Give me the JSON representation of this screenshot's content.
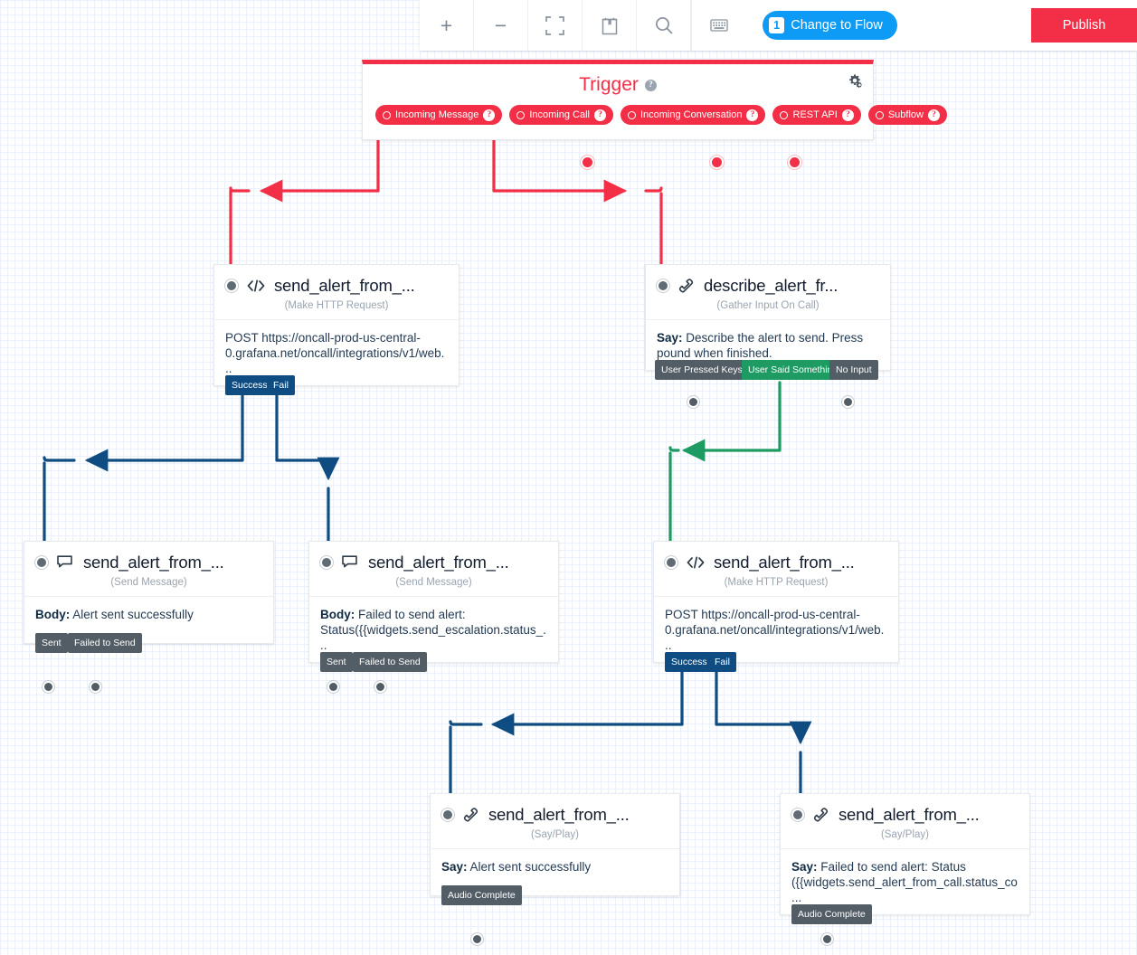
{
  "toolbar": {
    "zoom_in": "+",
    "zoom_out": "−",
    "icons": [
      "plus-icon",
      "minus-icon",
      "fit-screen-icon",
      "library-icon",
      "search-icon",
      "keyboard-icon"
    ],
    "change_to_flow": {
      "badge": "1",
      "label": "Change to Flow"
    },
    "publish": "Publish"
  },
  "trigger": {
    "title": "Trigger",
    "help": "?",
    "pills": [
      {
        "label": "Incoming Message"
      },
      {
        "label": "Incoming Call"
      },
      {
        "label": "Incoming Conversation"
      },
      {
        "label": "REST API"
      },
      {
        "label": "Subflow"
      }
    ]
  },
  "widgets": [
    {
      "id": "send_alert_from_msg",
      "name": "send_alert_from_...",
      "type": "(Make HTTP Request)",
      "icon": "code-icon",
      "body_label": "",
      "body_text": "POST https://oncall-prod-us-central-0.grafana.net/oncall/integrations/v1/web...",
      "ports": [
        {
          "label": "Success",
          "style": "blue"
        },
        {
          "label": "Fail",
          "style": "blue"
        }
      ]
    },
    {
      "id": "describe_alert_from_call",
      "name": "describe_alert_fr...",
      "type": "(Gather Input On Call)",
      "icon": "phone-icon",
      "body_label": "Say:",
      "body_text": "Describe the alert to send. Press pound when finished.",
      "ports": [
        {
          "label": "User Pressed Keys",
          "style": "gray"
        },
        {
          "label": "User Said Something",
          "style": "green"
        },
        {
          "label": "No Input",
          "style": "gray"
        }
      ]
    },
    {
      "id": "send_alert_success_msg",
      "name": "send_alert_from_...",
      "type": "(Send Message)",
      "icon": "chat-icon",
      "body_label": "Body:",
      "body_text": "Alert sent successfully",
      "ports": [
        {
          "label": "Sent",
          "style": "gray"
        },
        {
          "label": "Failed to Send",
          "style": "gray"
        }
      ]
    },
    {
      "id": "send_alert_fail_msg",
      "name": "send_alert_from_...",
      "type": "(Send Message)",
      "icon": "chat-icon",
      "body_label": "Body:",
      "body_text": "Failed to send alert: Status({{widgets.send_escalation.status_...",
      "ports": [
        {
          "label": "Sent",
          "style": "gray"
        },
        {
          "label": "Failed to Send",
          "style": "gray"
        }
      ]
    },
    {
      "id": "send_alert_from_call",
      "name": "send_alert_from_...",
      "type": "(Make HTTP Request)",
      "icon": "code-icon",
      "body_label": "",
      "body_text": "POST https://oncall-prod-us-central-0.grafana.net/oncall/integrations/v1/web...",
      "ports": [
        {
          "label": "Success",
          "style": "blue"
        },
        {
          "label": "Fail",
          "style": "blue"
        }
      ]
    },
    {
      "id": "say_success",
      "name": "send_alert_from_...",
      "type": "(Say/Play)",
      "icon": "phone-icon",
      "body_label": "Say:",
      "body_text": "Alert sent successfully",
      "ports": [
        {
          "label": "Audio Complete",
          "style": "gray"
        }
      ]
    },
    {
      "id": "say_fail",
      "name": "send_alert_from_...",
      "type": "(Say/Play)",
      "icon": "phone-icon",
      "body_label": "Say:",
      "body_text": "Failed to send alert: Status ({{widgets.send_alert_from_call.status_co...",
      "ports": [
        {
          "label": "Audio Complete",
          "style": "gray"
        }
      ]
    }
  ],
  "colors": {
    "trigger_red": "#f22f46",
    "connector_blue": "#0f4c81",
    "connector_green": "#1d9b62",
    "accent_blue": "#0e9bf5"
  }
}
